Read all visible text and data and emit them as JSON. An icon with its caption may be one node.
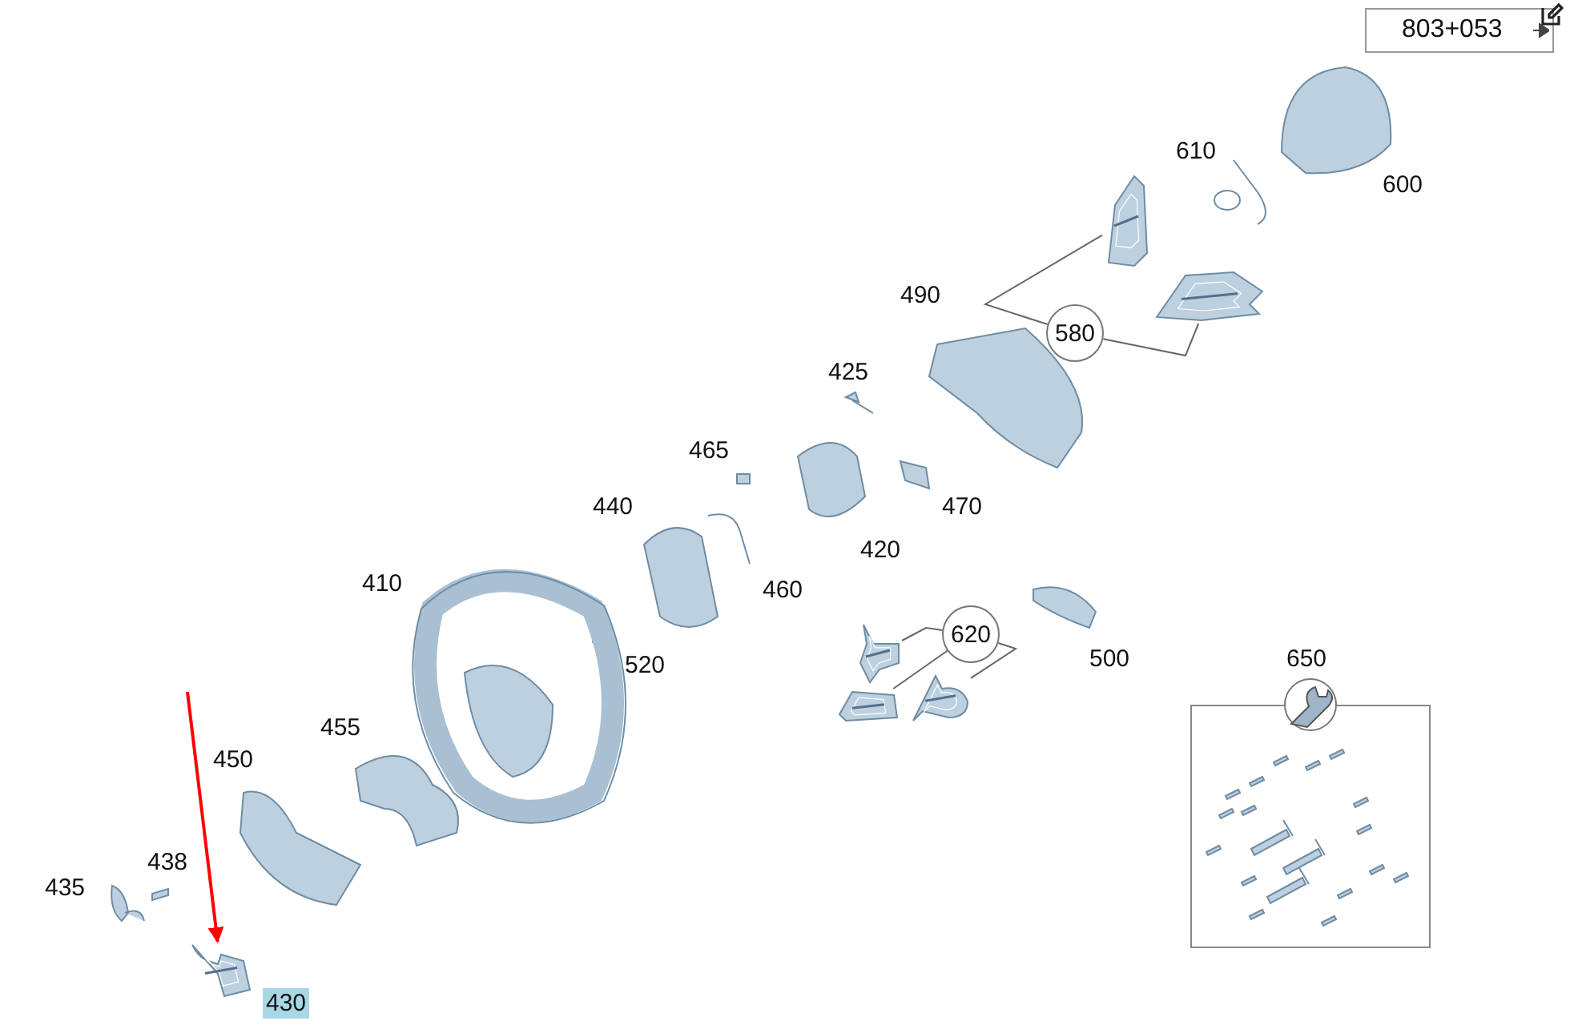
{
  "diagram": {
    "nodes": [
      {
        "text": [
          "580"
        ]
      },
      {
        "text": [],
        "shape": "picture"
      },
      {
        "text": [],
        "shape": "picture"
      },
      {
        "text": [
          "620"
        ]
      },
      {
        "text": [],
        "shape": "picture"
      },
      {
        "text": [],
        "shape": "picture"
      },
      {
        "text": [],
        "shape": "picture"
      },
      {
        "text": [
          "650"
        ]
      },
      {
        "text": [],
        "shape": "picture"
      }
    ],
    "edges": [
      {
        "from": 0,
        "to": 1,
        "arrow": "none"
      },
      {
        "from": 0,
        "to": 2,
        "arrow": "none"
      },
      {
        "from": 3,
        "to": 4,
        "arrow": "none"
      },
      {
        "from": 3,
        "to": 5,
        "arrow": "none"
      },
      {
        "from": 3,
        "to": 6,
        "arrow": "none"
      },
      {
        "from": null,
        "to": 8,
        "arrow": "to",
        "color": "#ff0000"
      }
    ],
    "labels": [
      "803+053",
      "610",
      "600",
      "490",
      "425",
      "465",
      "440",
      "470",
      "420",
      "410",
      "460",
      "520",
      "500",
      "455",
      "450",
      "438",
      "435",
      "430"
    ]
  }
}
